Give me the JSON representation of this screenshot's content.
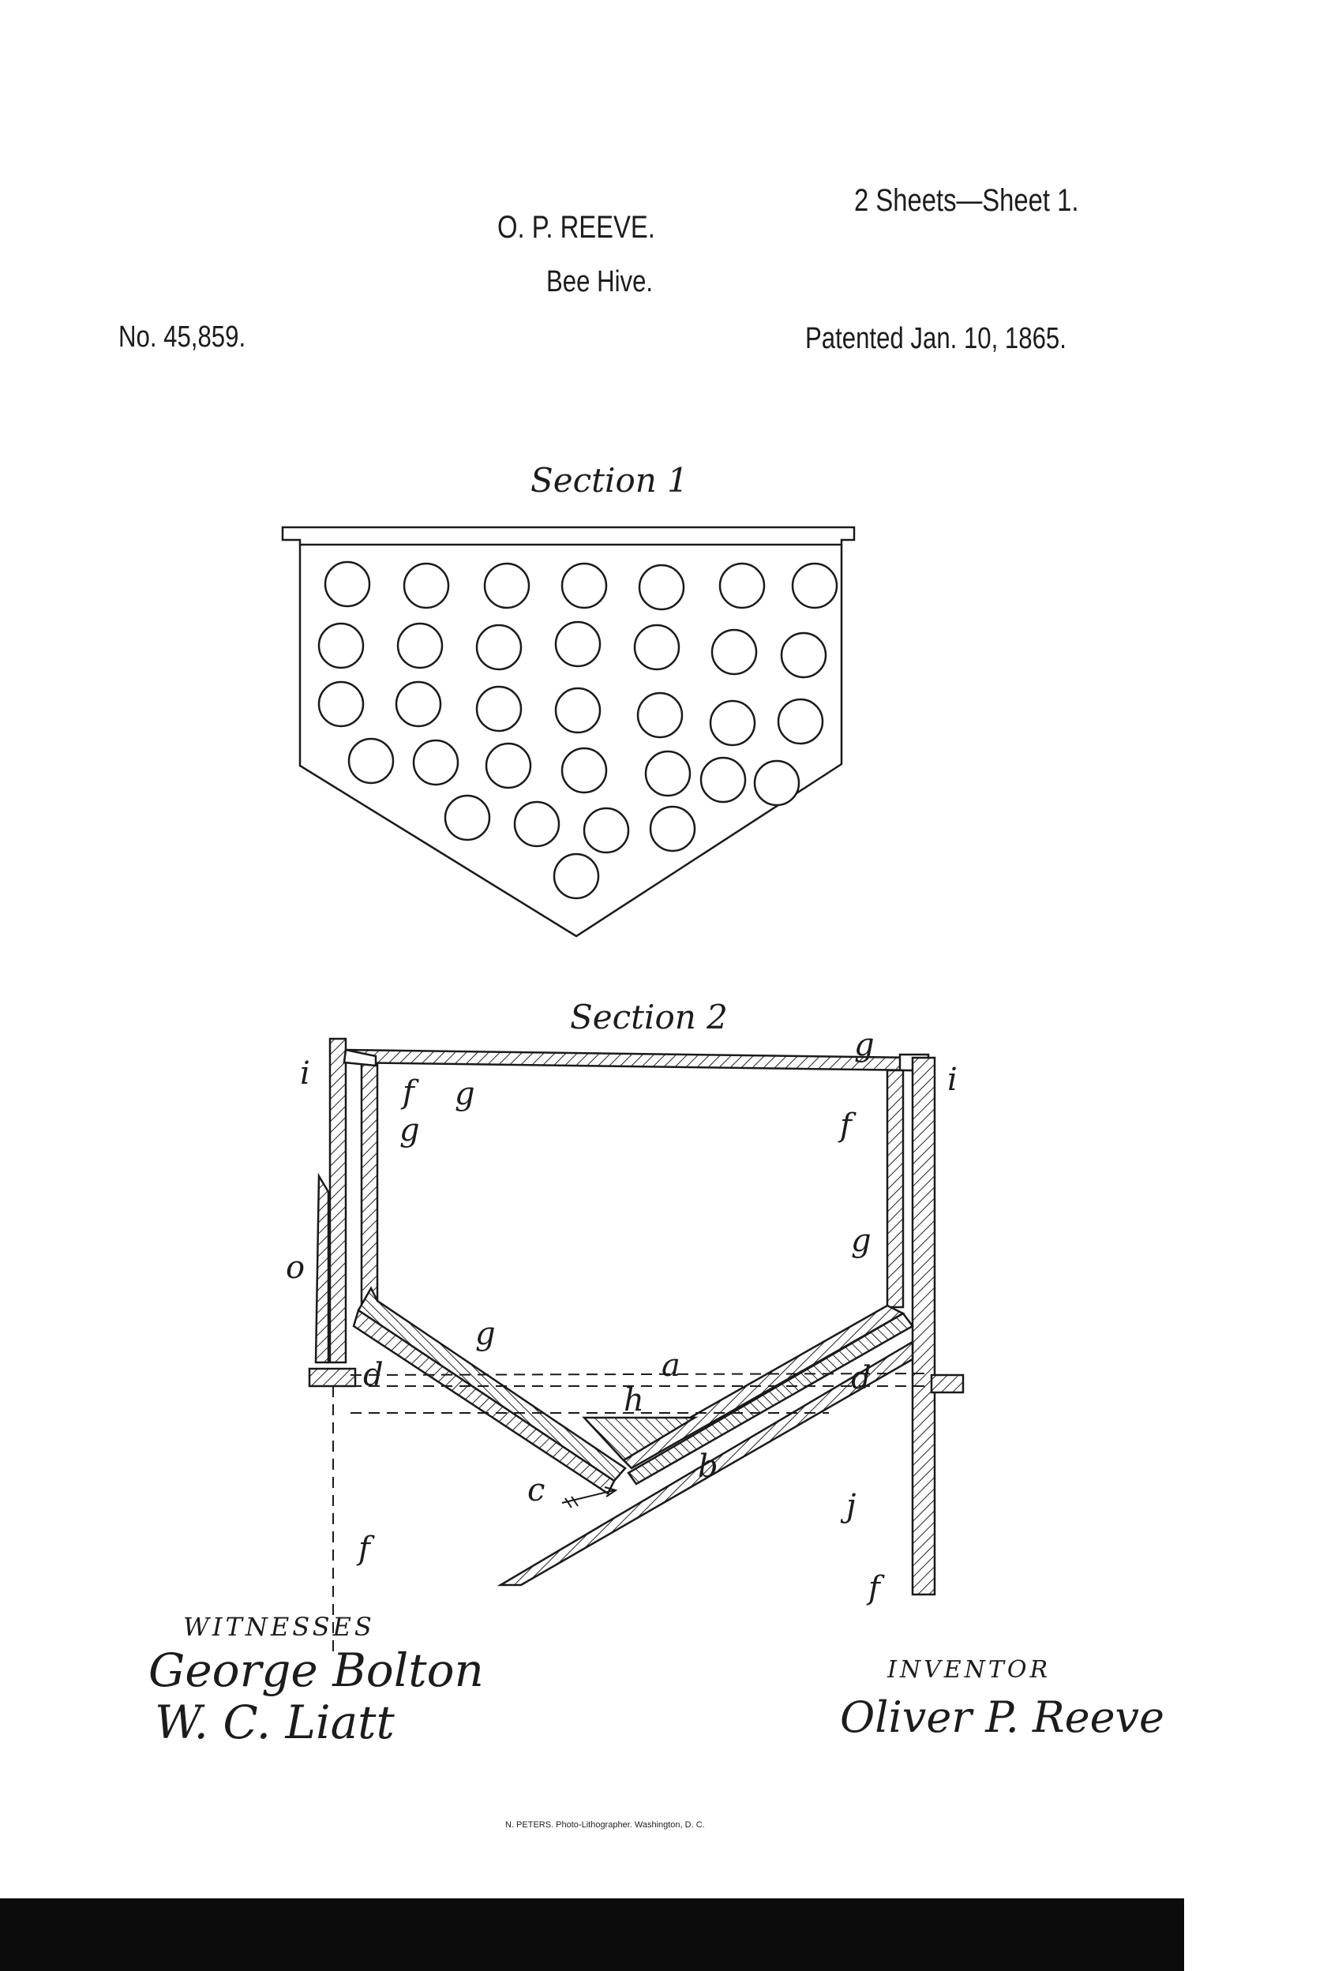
{
  "header": {
    "sheets": "2 Sheets—Sheet 1.",
    "inventor_name": "O. P. REEVE.",
    "title": "Bee Hive.",
    "patent_number": "No. 45,859.",
    "patent_date": "Patented Jan. 10, 1865."
  },
  "figures": {
    "section1_caption": "Section 1",
    "section2_caption": "Section 2",
    "labels": {
      "i": "i",
      "f": "f",
      "g": "g",
      "o": "o",
      "d": "d",
      "a": "a",
      "h": "h",
      "b": "b",
      "c": "c",
      "j": "j"
    }
  },
  "witnesses": {
    "heading": "WITNESSES",
    "signature1": "George Bolton",
    "signature2": "W. C. Liatt"
  },
  "inventor_block": {
    "heading": "INVENTOR",
    "signature": "Oliver P. Reeve"
  },
  "footer": {
    "imprint": "N. PETERS. Photo-Lithographer. Washington, D. C."
  }
}
